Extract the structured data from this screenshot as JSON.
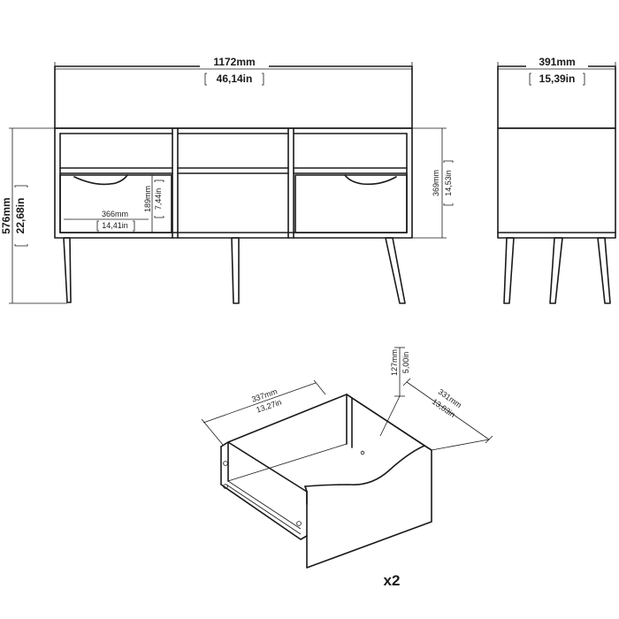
{
  "front_view": {
    "width_mm": "1172mm",
    "width_in": "46,14in",
    "height_mm": "576mm",
    "height_in": "22,68in",
    "body_height_mm": "369mm",
    "body_height_in": "14,53in",
    "drawer_width_mm": "366mm",
    "drawer_width_in": "14,41in",
    "drawer_height_mm": "189mm",
    "drawer_height_in": "7,44in"
  },
  "side_view": {
    "depth_mm": "391mm",
    "depth_in": "15,39in"
  },
  "drawer_detail": {
    "width_mm": "337mm",
    "width_in": "13,27in",
    "depth_mm": "331mm",
    "depth_in": "13,03in",
    "height_mm": "127mm",
    "height_in": "5,00in",
    "quantity": "x2"
  }
}
